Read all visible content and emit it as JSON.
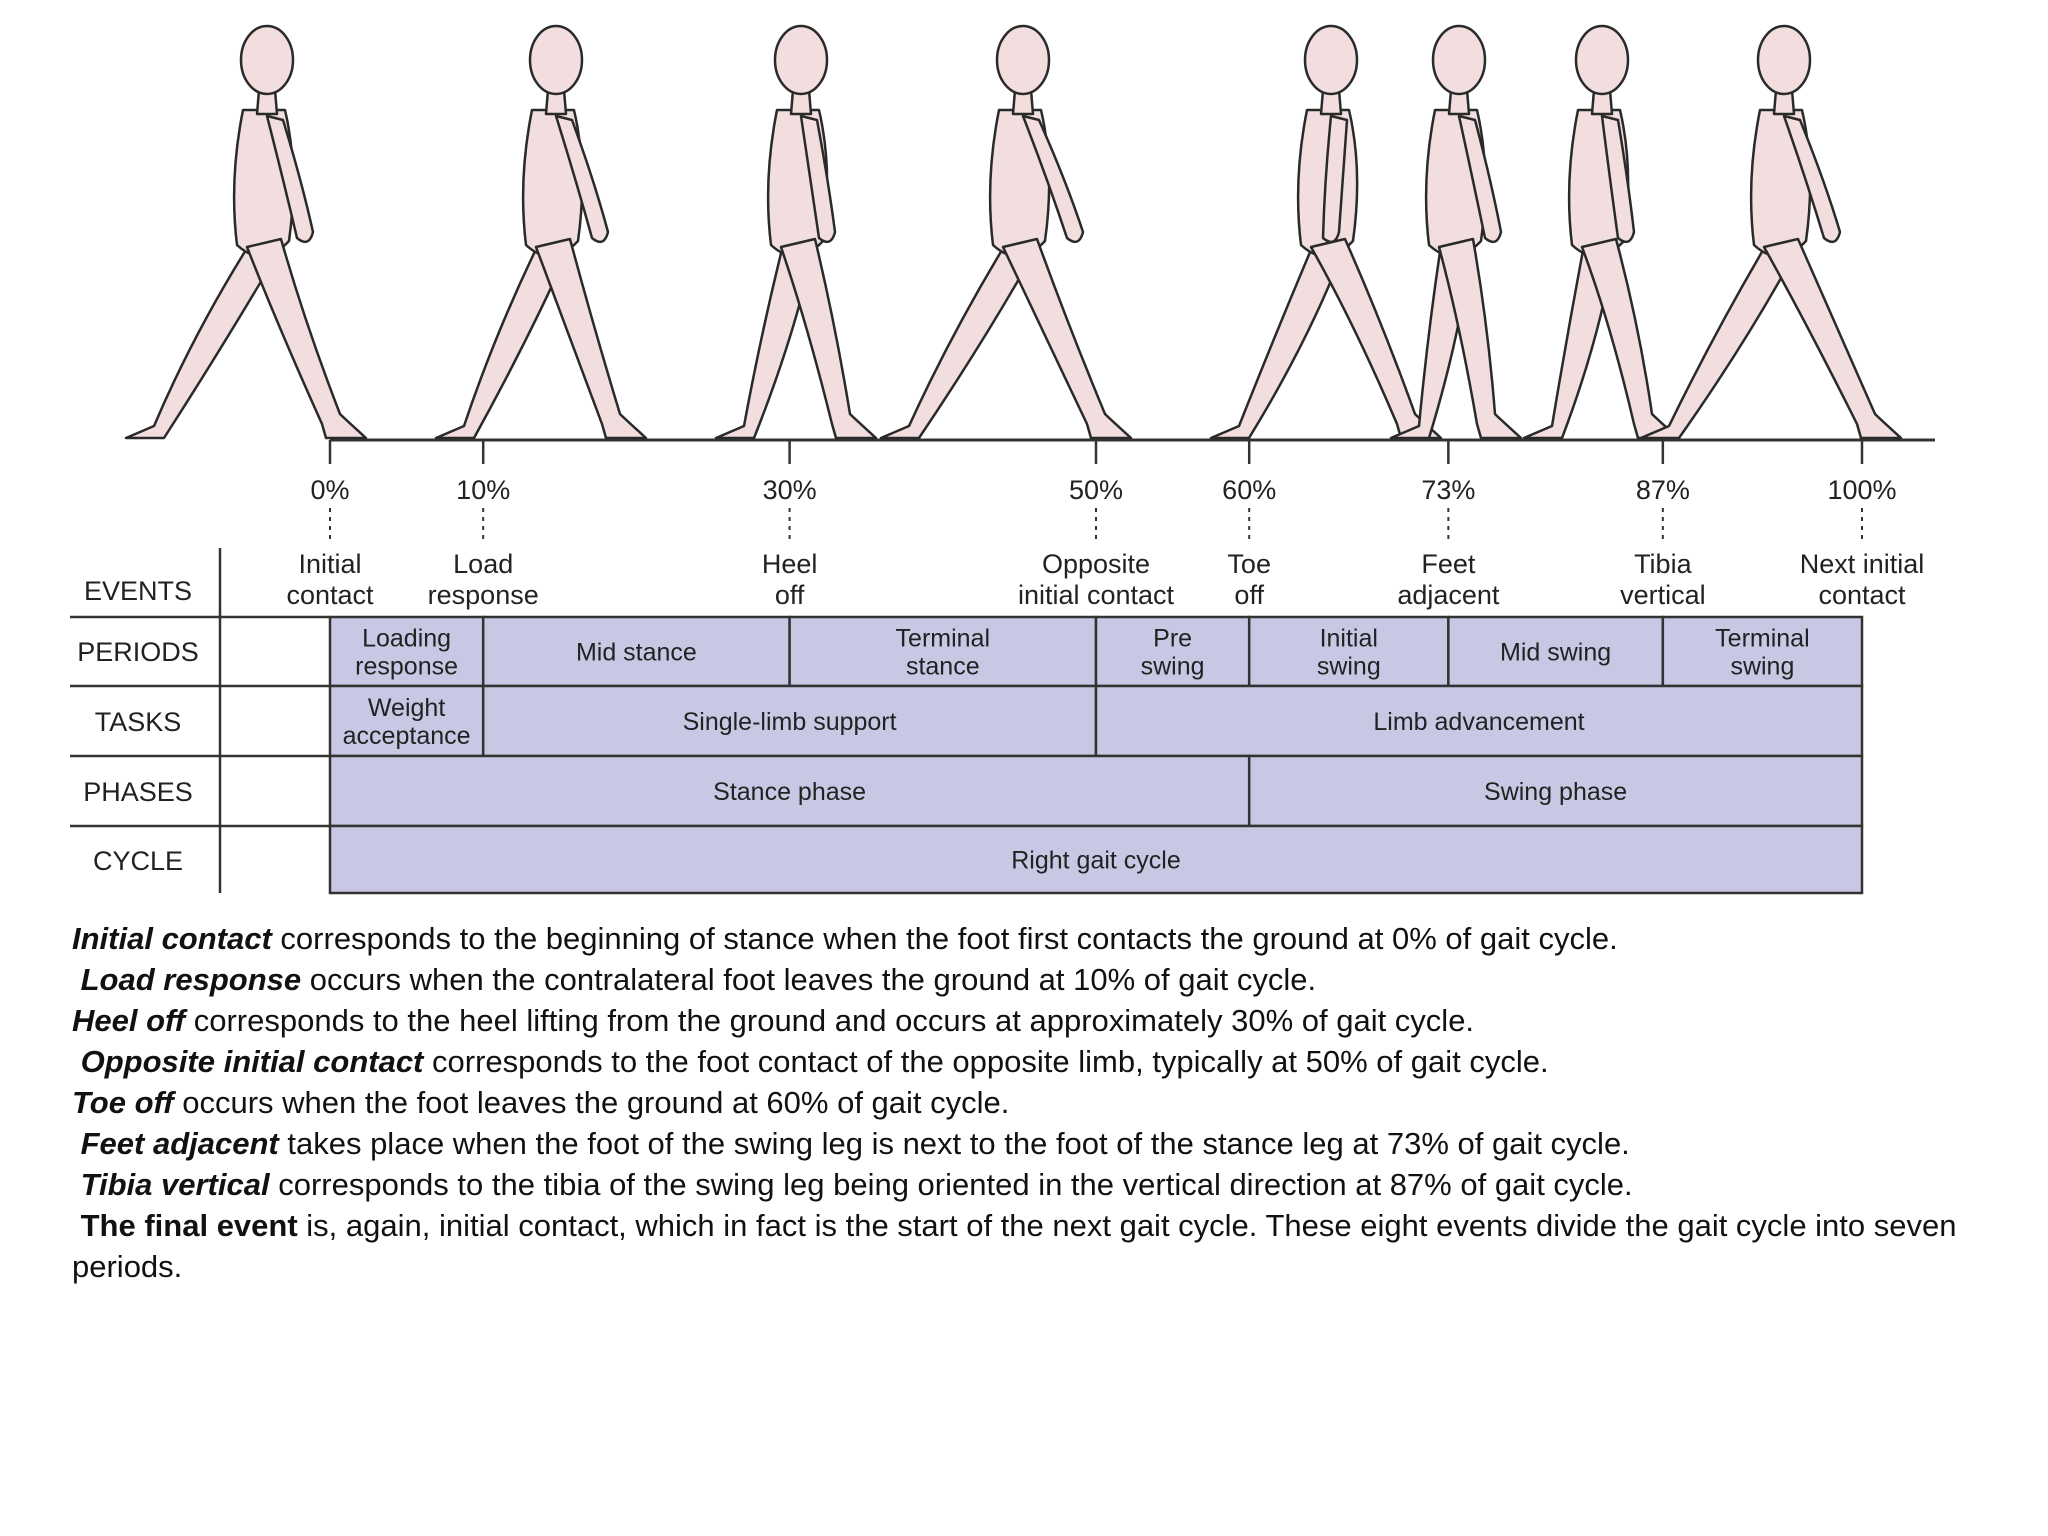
{
  "percents": [
    "0%",
    "10%",
    "30%",
    "50%",
    "60%",
    "73%",
    "87%",
    "100%"
  ],
  "events": [
    {
      "pct": 0,
      "lines": [
        "Initial",
        "contact"
      ]
    },
    {
      "pct": 10,
      "lines": [
        "Load",
        "response"
      ]
    },
    {
      "pct": 30,
      "lines": [
        "Heel",
        "off"
      ]
    },
    {
      "pct": 50,
      "lines": [
        "Opposite",
        "initial contact"
      ]
    },
    {
      "pct": 60,
      "lines": [
        "Toe",
        "off"
      ]
    },
    {
      "pct": 73,
      "lines": [
        "Feet",
        "adjacent"
      ]
    },
    {
      "pct": 87,
      "lines": [
        "Tibia",
        "vertical"
      ]
    },
    {
      "pct": 100,
      "lines": [
        "Next initial",
        "contact"
      ]
    }
  ],
  "row_labels": [
    "EVENTS",
    "PERIODS",
    "TASKS",
    "PHASES",
    "CYCLE"
  ],
  "periods": [
    {
      "from": 0,
      "to": 10,
      "lines": [
        "Loading",
        "response"
      ]
    },
    {
      "from": 10,
      "to": 30,
      "lines": [
        "Mid stance"
      ]
    },
    {
      "from": 30,
      "to": 50,
      "lines": [
        "Terminal",
        "stance"
      ]
    },
    {
      "from": 50,
      "to": 60,
      "lines": [
        "Pre",
        "swing"
      ]
    },
    {
      "from": 60,
      "to": 73,
      "lines": [
        "Initial",
        "swing"
      ]
    },
    {
      "from": 73,
      "to": 87,
      "lines": [
        "Mid swing"
      ]
    },
    {
      "from": 87,
      "to": 100,
      "lines": [
        "Terminal",
        "swing"
      ]
    }
  ],
  "tasks": [
    {
      "from": 0,
      "to": 10,
      "lines": [
        "Weight",
        "acceptance"
      ]
    },
    {
      "from": 10,
      "to": 50,
      "lines": [
        "Single-limb support"
      ]
    },
    {
      "from": 50,
      "to": 100,
      "lines": [
        "Limb advancement"
      ]
    }
  ],
  "phases": [
    {
      "from": 0,
      "to": 60,
      "lines": [
        "Stance phase"
      ]
    },
    {
      "from": 60,
      "to": 100,
      "lines": [
        "Swing phase"
      ]
    }
  ],
  "cycle": [
    {
      "from": 0,
      "to": 100,
      "lines": [
        "Right gait cycle"
      ]
    }
  ],
  "colors": {
    "band_fill": "#c8c8e4",
    "figure_fill": "#f2dede",
    "figure_stroke": "#2a2a2a",
    "line": "#333333"
  },
  "caption": [
    {
      "term": "Initial contact",
      "rest": " corresponds to the beginning of stance when the foot first contacts the ground at 0% of gait cycle."
    },
    {
      "term": "Load response",
      "rest": " occurs when the contralateral foot leaves the ground at 10% of gait cycle."
    },
    {
      "term": "Heel off",
      "rest": " corresponds to the heel lifting from the ground and occurs at approximately 30% of gait cycle."
    },
    {
      "term": "Opposite initial contact",
      "rest": " corresponds to the foot contact of the opposite limb, typically at 50% of gait cycle."
    },
    {
      "term": "Toe off",
      "rest": " occurs when the foot leaves the ground at 60% of gait cycle."
    },
    {
      "term": "Feet adjacent",
      "rest": " takes place when the foot of the swing leg is next to the foot of the stance leg at 73% of gait cycle."
    },
    {
      "term": "Tibia vertical",
      "rest": " corresponds to the tibia of the swing leg being oriented in the vertical direction at 87% of gait cycle."
    },
    {
      "term": "The final event",
      "rest": " is, again, initial contact, which in fact is the start of the next gait cycle. These eight events divide the gait cycle into seven periods."
    }
  ]
}
